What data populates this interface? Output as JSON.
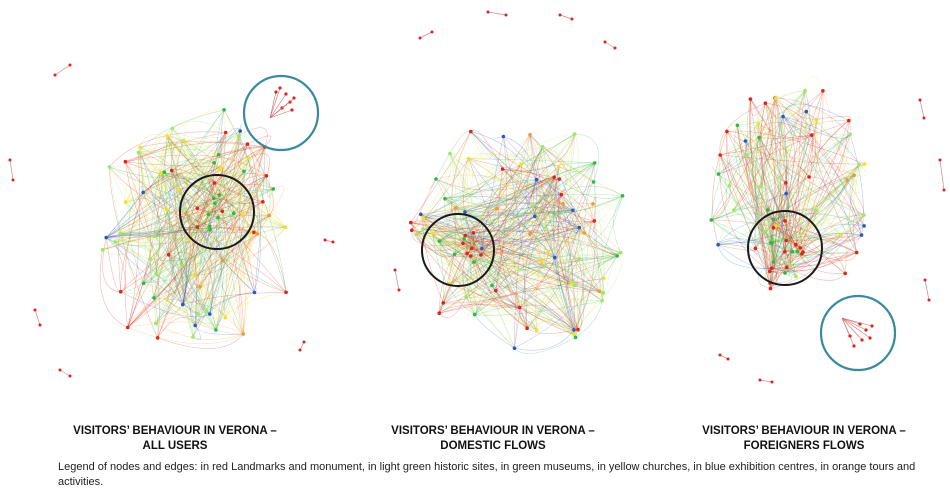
{
  "graphs": [
    {
      "title_line1": "VISITORS’ BEHAVIOUR IN VERONA –",
      "title_line2": "ALL USERS"
    },
    {
      "title_line1": "VISITORS’ BEHAVIOUR IN VERONA –",
      "title_line2": "DOMESTIC FLOWS"
    },
    {
      "title_line1": "VISITORS’ BEHAVIOUR IN VERONA –",
      "title_line2": "FOREIGNERS FLOWS"
    }
  ],
  "legend_text": "Legend of nodes and edges: in red Landmarks and monument, in light green historic sites, in green museums, in yellow churches, in blue exhibition centres, in orange tours and activities.",
  "colors": {
    "landmarks": "#e0231c",
    "historic_sites": "#9be86a",
    "museums": "#2fb84a",
    "churches": "#f2e12a",
    "exhibition_centres": "#2b58c7",
    "tours": "#f29a2e",
    "highlight_circle_dark": "#1a1a1a",
    "highlight_circle_teal": "#3a8a9e"
  }
}
